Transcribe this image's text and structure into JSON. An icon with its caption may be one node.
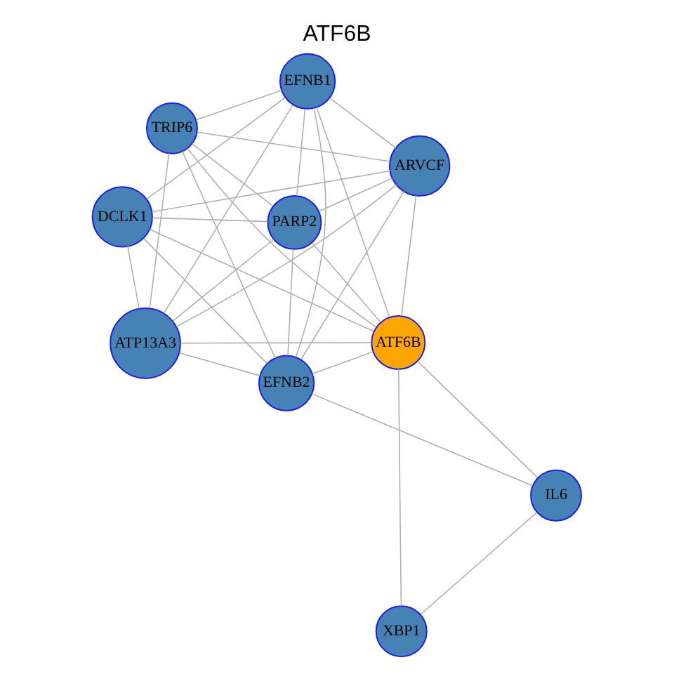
{
  "diagram": {
    "title": "ATF6B",
    "nodes": [
      {
        "text": [
          "DCLK1"
        ]
      },
      {
        "text": [
          "ARVCF"
        ]
      },
      {
        "text": [
          "XBP1"
        ]
      },
      {
        "text": [
          "EFNB1"
        ]
      },
      {
        "text": [
          "ATF6B"
        ]
      },
      {
        "text": [
          "TRIP6"
        ]
      },
      {
        "text": [
          "EFNB2"
        ]
      },
      {
        "text": [
          "IL6"
        ]
      },
      {
        "text": [
          "ATP13A3"
        ]
      },
      {
        "text": [
          "PARP2"
        ]
      }
    ],
    "edges": [
      {
        "from": 0,
        "to": 1,
        "arrow": "none"
      },
      {
        "from": 0,
        "to": 3,
        "arrow": "none"
      },
      {
        "from": 0,
        "to": 4,
        "arrow": "none"
      },
      {
        "from": 0,
        "to": 8,
        "arrow": "none"
      },
      {
        "from": 0,
        "to": 9,
        "arrow": "none"
      },
      {
        "from": 0,
        "to": 6,
        "arrow": "none"
      },
      {
        "from": 1,
        "to": 4,
        "arrow": "none"
      },
      {
        "from": 1,
        "to": 3,
        "arrow": "none"
      },
      {
        "from": 1,
        "to": 6,
        "arrow": "none"
      },
      {
        "from": 1,
        "to": 5,
        "arrow": "none"
      },
      {
        "from": 1,
        "to": 8,
        "arrow": "none"
      },
      {
        "from": 1,
        "to": 9,
        "arrow": "none"
      },
      {
        "from": 3,
        "to": 4,
        "arrow": "none"
      },
      {
        "from": 3,
        "to": 5,
        "arrow": "none"
      },
      {
        "from": 3,
        "to": 8,
        "arrow": "none"
      },
      {
        "from": 3,
        "to": 9,
        "arrow": "none"
      },
      {
        "from": 3,
        "to": 6,
        "arrow": "none"
      },
      {
        "from": 4,
        "to": 2,
        "arrow": "none"
      },
      {
        "from": 4,
        "to": 7,
        "arrow": "none"
      },
      {
        "from": 4,
        "to": 5,
        "arrow": "none"
      },
      {
        "from": 4,
        "to": 6,
        "arrow": "none"
      },
      {
        "from": 4,
        "to": 8,
        "arrow": "none"
      },
      {
        "from": 4,
        "to": 9,
        "arrow": "none"
      },
      {
        "from": 5,
        "to": 6,
        "arrow": "none"
      },
      {
        "from": 5,
        "to": 8,
        "arrow": "none"
      },
      {
        "from": 5,
        "to": 9,
        "arrow": "none"
      },
      {
        "from": 6,
        "to": 7,
        "arrow": "none"
      },
      {
        "from": 6,
        "to": 8,
        "arrow": "none"
      },
      {
        "from": 6,
        "to": 9,
        "arrow": "none"
      },
      {
        "from": 7,
        "to": 2,
        "arrow": "none"
      },
      {
        "from": 8,
        "to": 9,
        "arrow": "none"
      }
    ]
  }
}
